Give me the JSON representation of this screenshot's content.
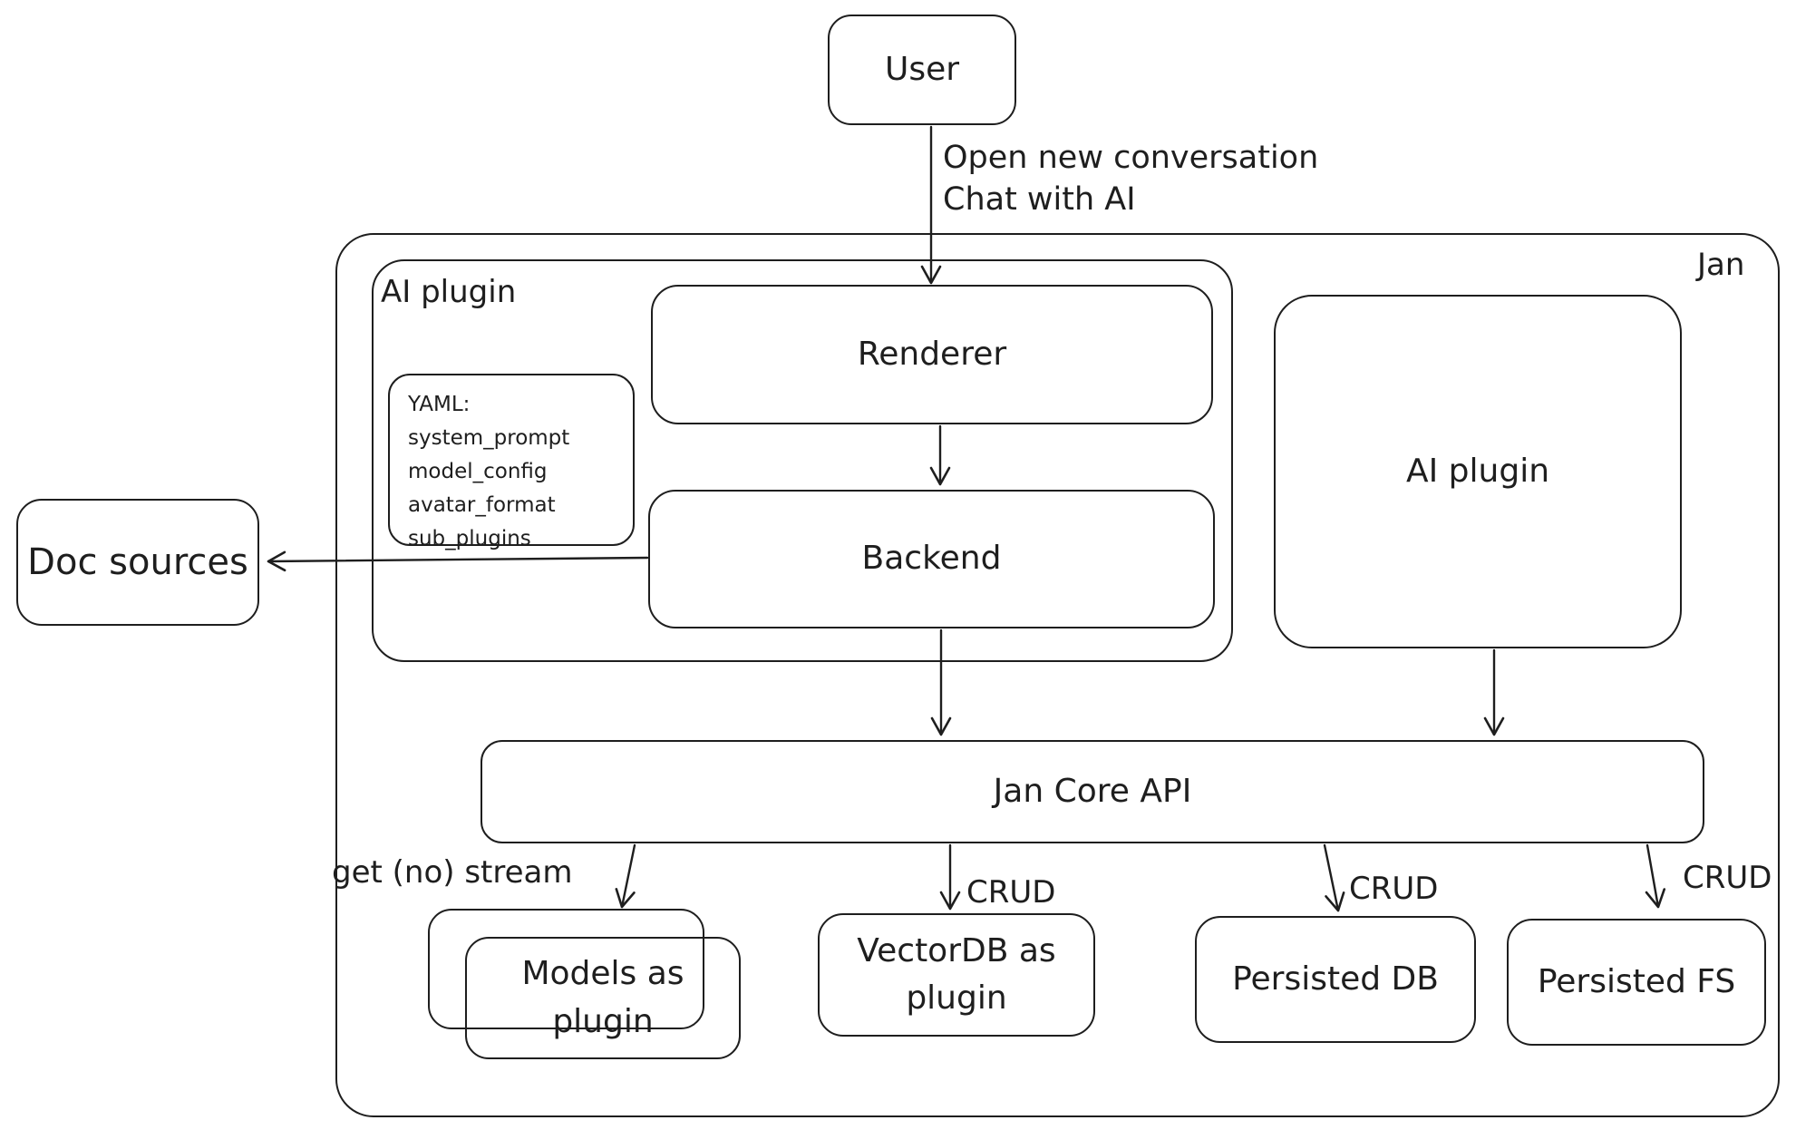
{
  "colors": {
    "stroke": "#1e1e1e",
    "background": "#ffffff"
  },
  "nodes": {
    "user": "User",
    "jan": "Jan",
    "ai_plugin_container": "AI plugin",
    "renderer": "Renderer",
    "backend": "Backend",
    "doc_sources": "Doc sources",
    "ai_plugin_box": "AI plugin",
    "jan_core_api": "Jan Core API",
    "models_plugin": "Models as\nplugin",
    "vectordb_plugin": "VectorDB as\nplugin",
    "persisted_db": "Persisted DB",
    "persisted_fs": "Persisted FS"
  },
  "yaml_note": {
    "lines": [
      "YAML:",
      "system_prompt",
      "model_config",
      "avatar_format",
      "sub_plugins"
    ]
  },
  "edge_labels": {
    "user_flow": "Open new conversation\nChat with AI",
    "get_no_stream": "get (no) stream",
    "crud_vectordb": "CRUD",
    "crud_persisted_db": "CRUD",
    "crud_persisted_fs": "CRUD"
  }
}
